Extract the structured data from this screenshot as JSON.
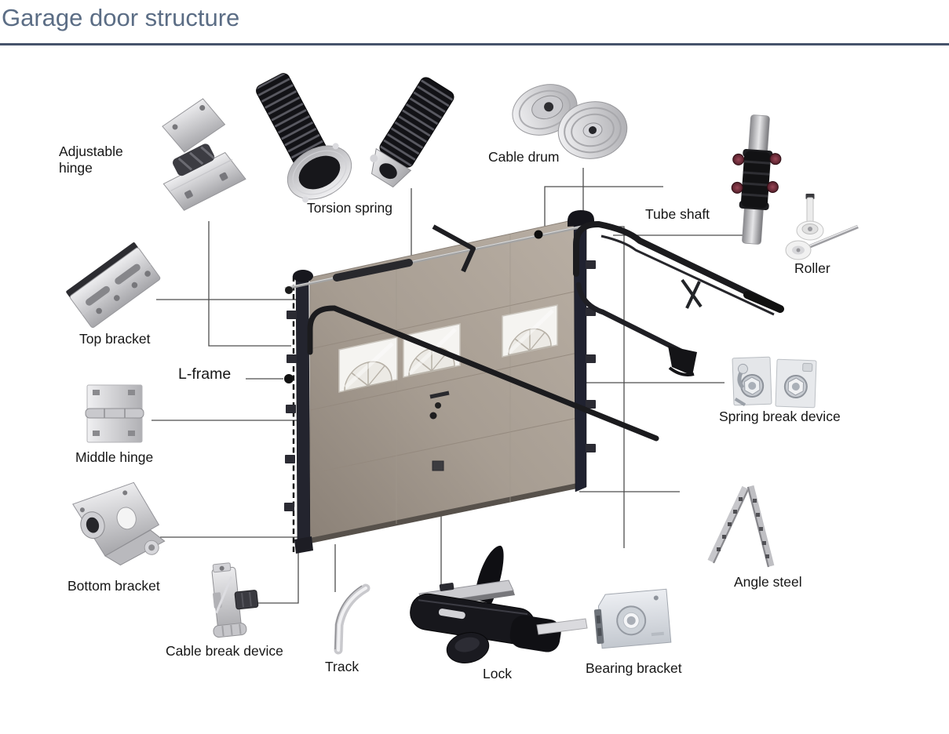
{
  "header": {
    "title": "Garage door structure"
  },
  "diagram": {
    "parts": [
      {
        "id": "adjustable-hinge",
        "label": "Adjustable hinge"
      },
      {
        "id": "torsion-spring",
        "label": "Torsion spring"
      },
      {
        "id": "cable-drum",
        "label": "Cable drum"
      },
      {
        "id": "tube-shaft",
        "label": "Tube shaft"
      },
      {
        "id": "roller",
        "label": "Roller"
      },
      {
        "id": "top-bracket",
        "label": "Top bracket"
      },
      {
        "id": "l-frame",
        "label": "L-frame"
      },
      {
        "id": "middle-hinge",
        "label": "Middle hinge"
      },
      {
        "id": "bottom-bracket",
        "label": "Bottom bracket"
      },
      {
        "id": "cable-break-device",
        "label": "Cable break device"
      },
      {
        "id": "track",
        "label": "Track"
      },
      {
        "id": "lock",
        "label": "Lock"
      },
      {
        "id": "bearing-bracket",
        "label": "Bearing bracket"
      },
      {
        "id": "angle-steel",
        "label": "Angle steel"
      },
      {
        "id": "spring-break-device",
        "label": "Spring break device"
      }
    ],
    "colors": {
      "title": "#5b6d85",
      "divider": "#46536b",
      "label_text": "#161616",
      "leader_line": "#4d4d4d",
      "door_panel": "#a79d92",
      "frame_dark": "#20222e"
    }
  }
}
